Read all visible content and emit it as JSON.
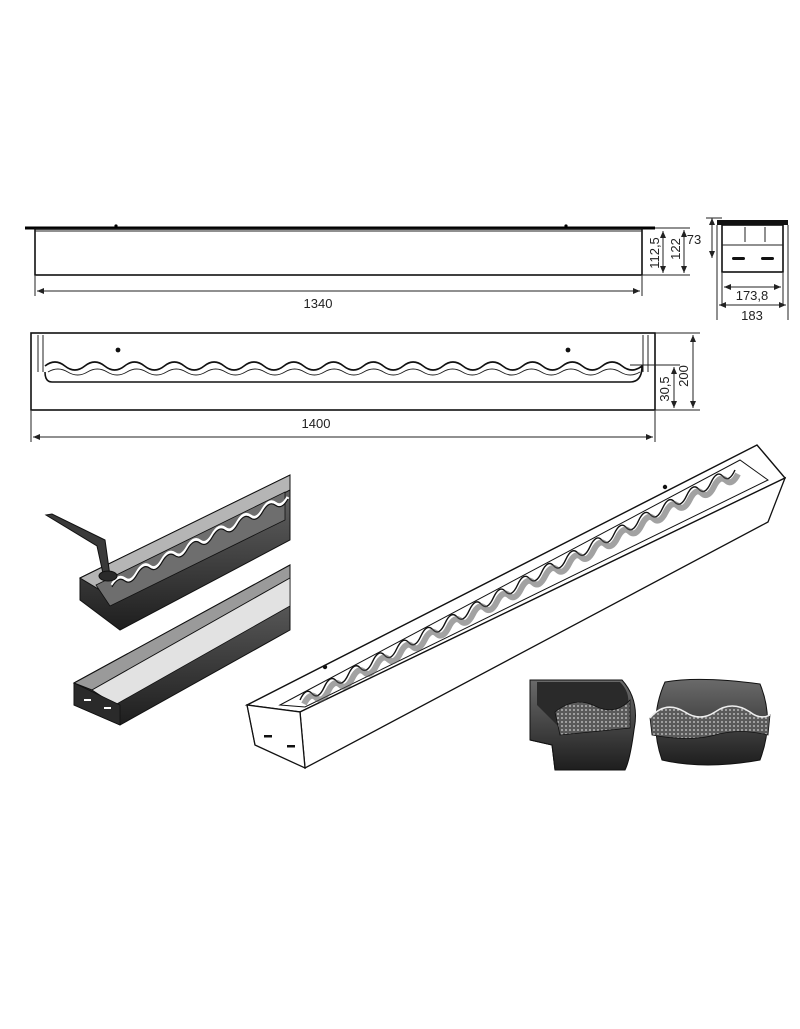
{
  "dimensions": {
    "top_view_length": "1340",
    "top_view_height_inner": "112,5",
    "top_view_height_total": "122",
    "side_height": "73",
    "side_width_inner": "173,8",
    "side_width_outer": "183",
    "front_view_length": "1400",
    "front_view_height_total": "200",
    "front_view_height_inner": "30,5"
  },
  "colors": {
    "line": "#111111",
    "fill_dark": "#3a3a3a",
    "fill_mid": "#8a8a8a",
    "fill_light": "#d8d8d8"
  }
}
